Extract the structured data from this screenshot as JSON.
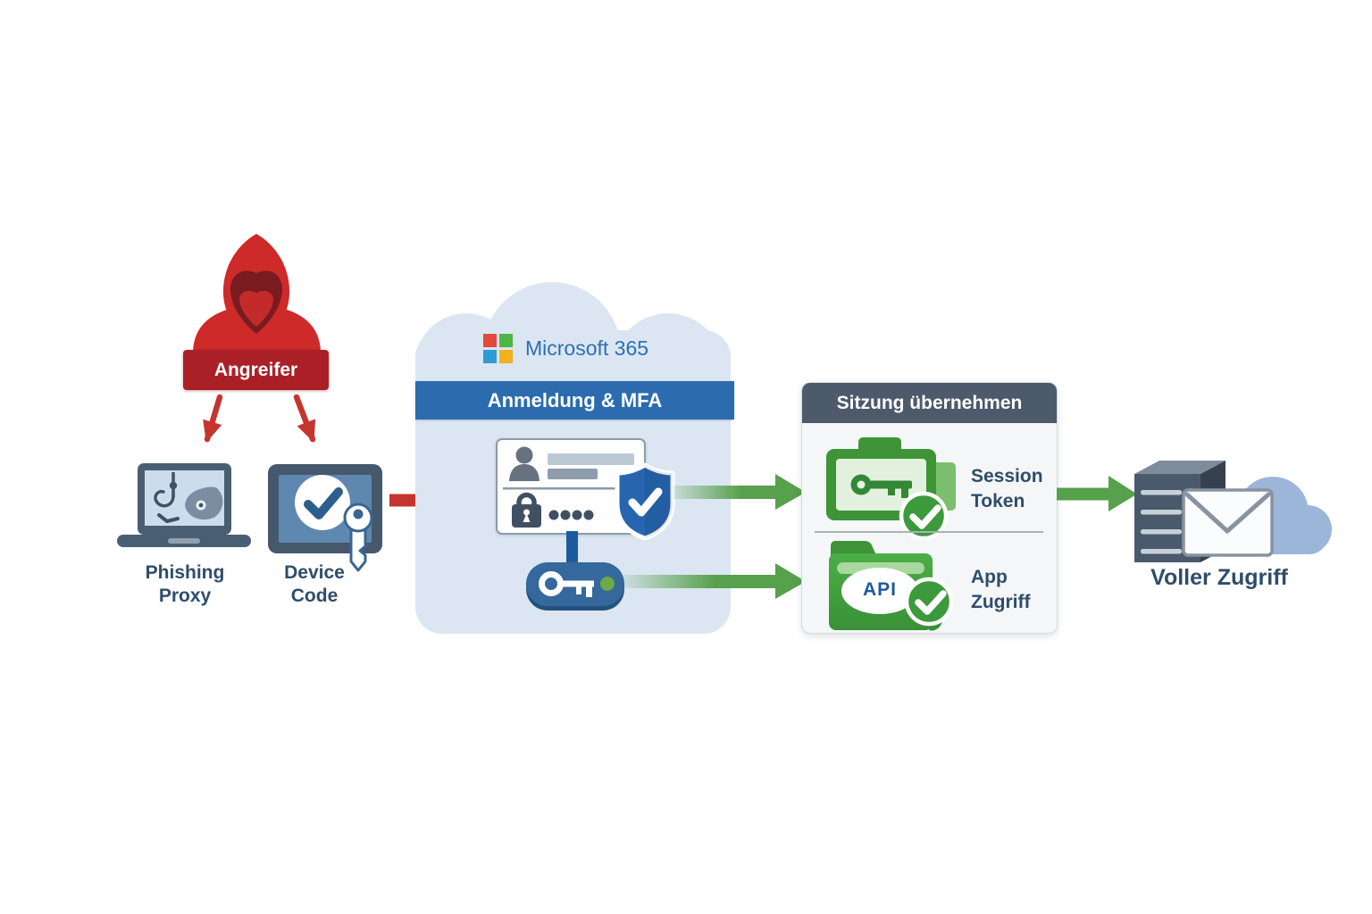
{
  "attacker": {
    "label": "Angreifer"
  },
  "attack_vectors": [
    {
      "label": "Phishing\nProxy",
      "icon": "laptop-phishing-hook-icon"
    },
    {
      "label": "Device\nCode",
      "icon": "tablet-checkmark-key-icon"
    }
  ],
  "cloud": {
    "brand": "Microsoft 365",
    "banner": "Anmeldung & MFA",
    "icons": [
      "microsoft-logo-icon",
      "credential-card-icon",
      "mfa-shield-check-icon",
      "token-key-fob-icon"
    ]
  },
  "session_box": {
    "title": "Sitzung übernehmen",
    "rows": [
      {
        "label": "Session\nToken",
        "icon": "session-token-key-icon"
      },
      {
        "label": "App\nZugriff",
        "badge": "API",
        "icon": "api-folder-icon"
      }
    ]
  },
  "target": {
    "label": "Voller Zugriff",
    "icons": [
      "server-icon",
      "envelope-icon",
      "cloud-icon"
    ]
  },
  "icons": [
    "hooded-attacker-icon",
    "red-arrow",
    "green-arrow",
    "check-badge-icon"
  ],
  "colors": {
    "attacker_red": "#CE2A2A",
    "banner_red": "#AB2027",
    "arrow_red": "#C5342F",
    "device_slate": "#4A5E73",
    "label_navy": "#2E4D6B",
    "cloud_fill": "#DBE6F2",
    "banner_blue": "#2C6CAE",
    "ms_text_blue": "#2B6FB4",
    "ms_logo_squares": [
      "#E34A3D",
      "#4CB648",
      "#2E9BD6",
      "#F5B01E"
    ],
    "shield_blue": "#2766AE",
    "key_fob_blue": "#35689C",
    "arrow_green": "#57A04C",
    "icon_green": "#3E9437",
    "check_green": "#3C9A3C",
    "box_header_slate": "#4C5A6C",
    "api_blue": "#1D5A9E"
  }
}
